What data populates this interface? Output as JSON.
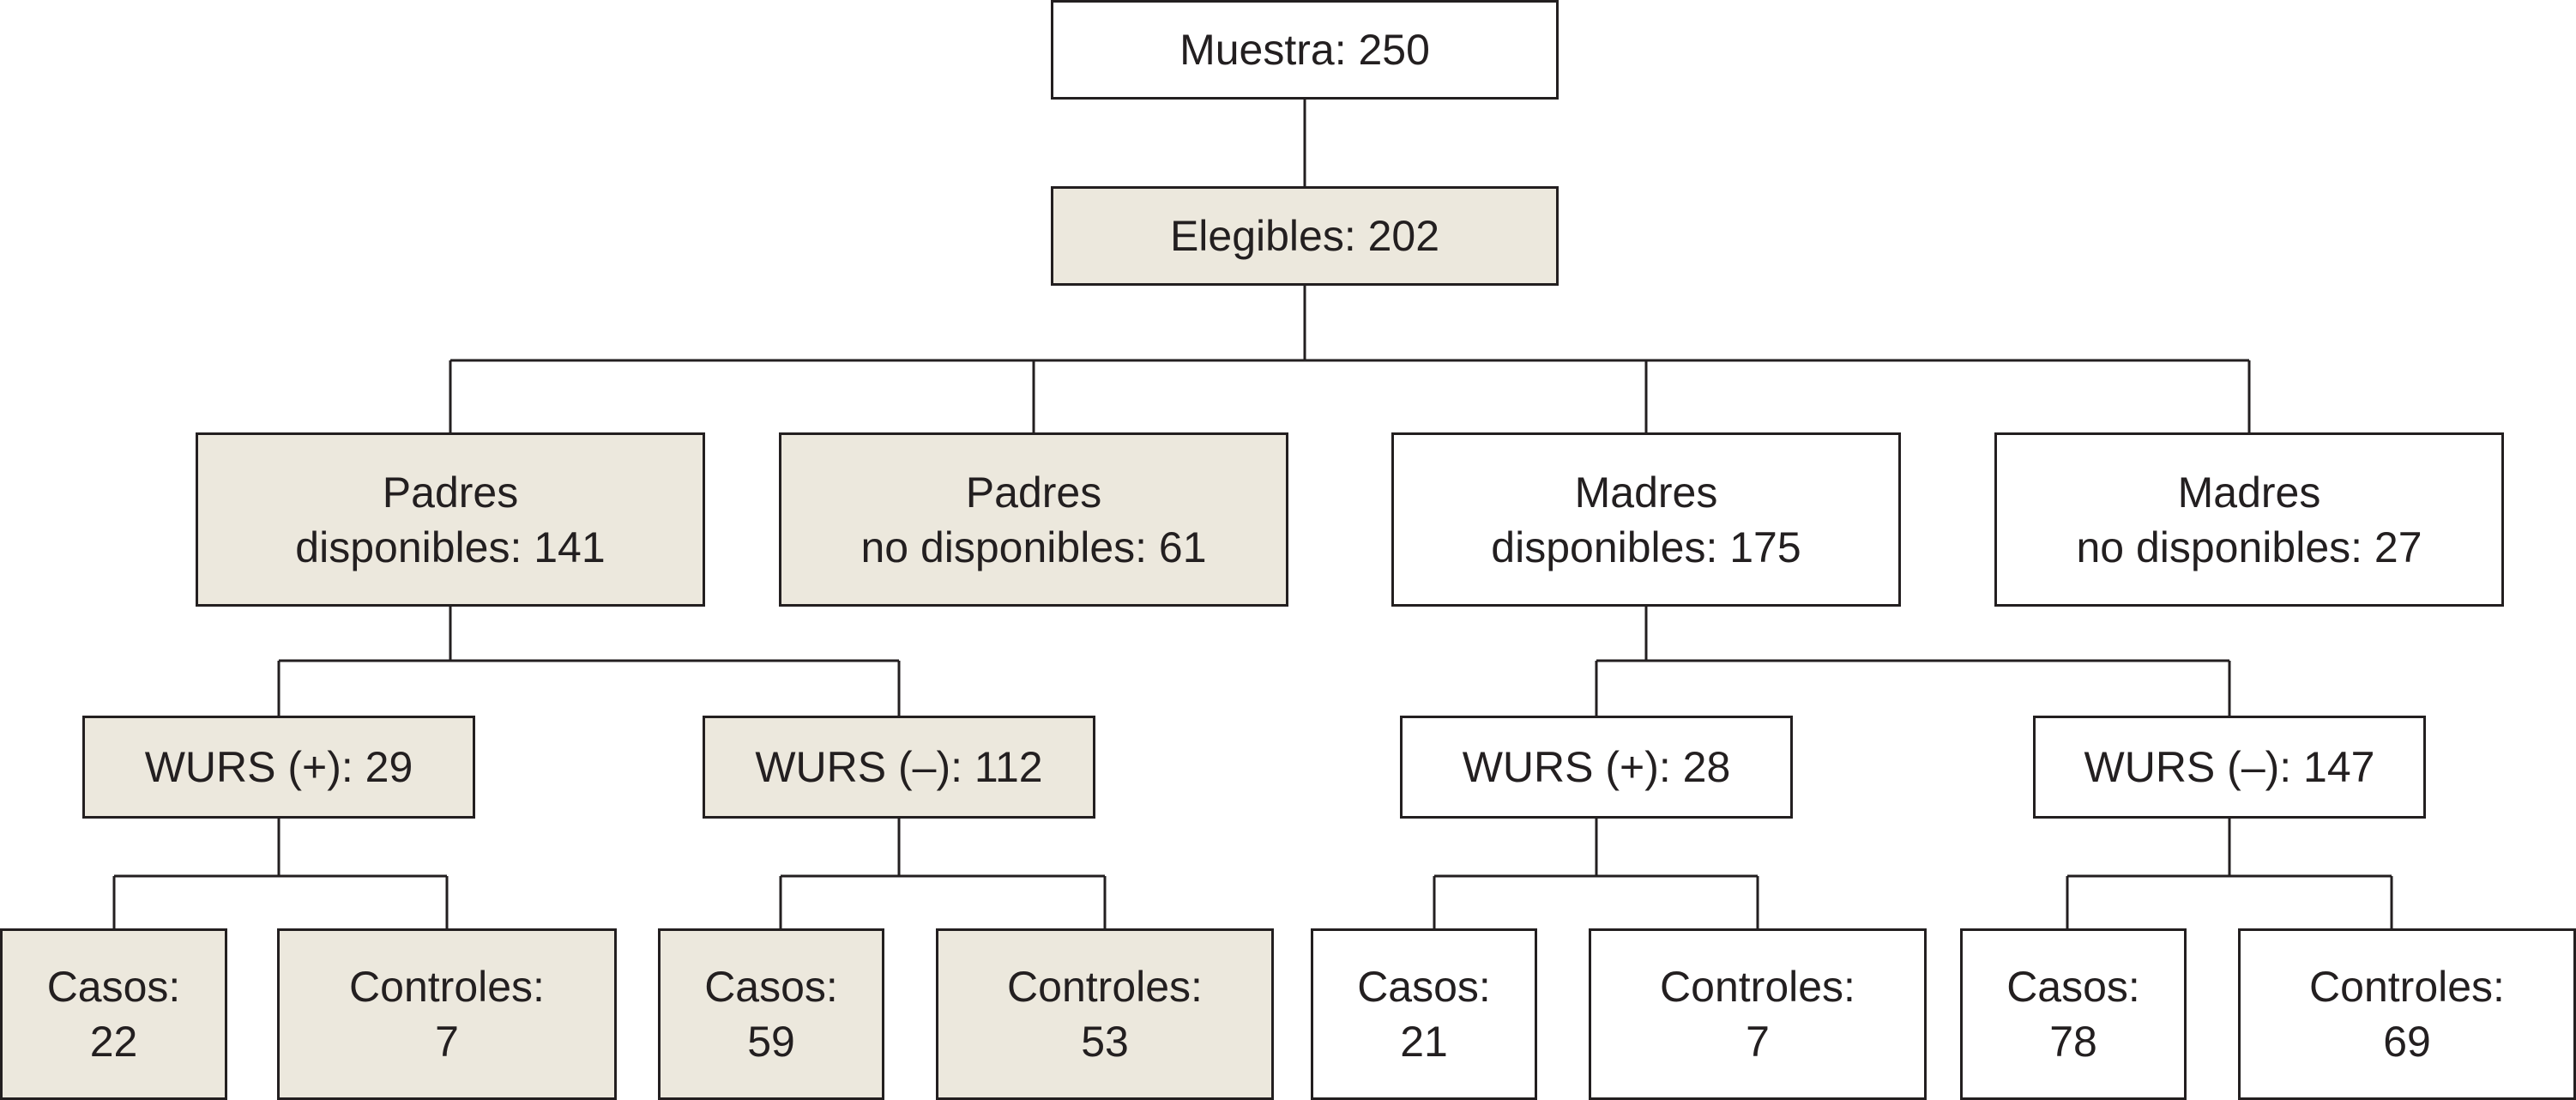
{
  "colors": {
    "line": "#231f20",
    "shaded_fill": "#ece8dd",
    "plain_fill": "#ffffff",
    "text": "#231f20"
  },
  "root": {
    "text": "Muestra: 250"
  },
  "eligible": {
    "text": "Elegibles: 202"
  },
  "groups": {
    "padres_disponibles": {
      "line1": "Padres",
      "line2": "disponibles: 141"
    },
    "padres_no_disponibles": {
      "line1": "Padres",
      "line2": "no disponibles: 61"
    },
    "madres_disponibles": {
      "line1": "Madres",
      "line2": "disponibles: 175"
    },
    "madres_no_disponibles": {
      "line1": "Madres",
      "line2": "no disponibles: 27"
    }
  },
  "wurs": {
    "padres_pos": {
      "text": "WURS (+): 29"
    },
    "padres_neg": {
      "text": "WURS (–): 112"
    },
    "madres_pos": {
      "text": "WURS (+): 28"
    },
    "madres_neg": {
      "text": "WURS (–): 147"
    }
  },
  "leaves": {
    "padres_pos_casos": {
      "label": "Casos:",
      "value": "22"
    },
    "padres_pos_controles": {
      "label": "Controles:",
      "value": "7"
    },
    "padres_neg_casos": {
      "label": "Casos:",
      "value": "59"
    },
    "padres_neg_controles": {
      "label": "Controles:",
      "value": "53"
    },
    "madres_pos_casos": {
      "label": "Casos:",
      "value": "21"
    },
    "madres_pos_controles": {
      "label": "Controles:",
      "value": "7"
    },
    "madres_neg_casos": {
      "label": "Casos:",
      "value": "78"
    },
    "madres_neg_controles": {
      "label": "Controles:",
      "value": "69"
    }
  }
}
